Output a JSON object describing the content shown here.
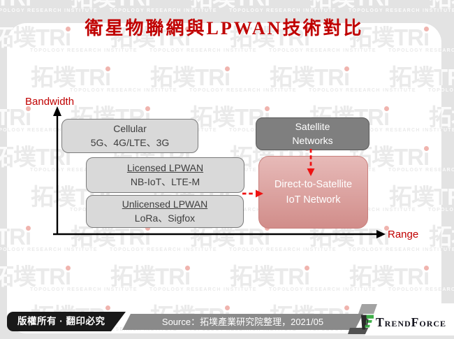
{
  "title": "衛星物聯網與LPWAN技術對比",
  "chart": {
    "y_axis_label": "Bandwidth",
    "x_axis_label": "Range",
    "boxes": {
      "cellular": {
        "title": "Cellular",
        "subtitle": "5G、4G/LTE、3G"
      },
      "licensed": {
        "title": "Licensed LPWAN",
        "subtitle": "NB-IoT、LTE-M"
      },
      "unlicensed": {
        "title": "Unlicensed LPWAN",
        "subtitle": "LoRa、Sigfox"
      },
      "satellite": {
        "title": "Satellite",
        "subtitle": "Networks"
      },
      "direct_to_satellite": {
        "title": "Direct-to-Satellite",
        "subtitle": "IoT Network"
      }
    }
  },
  "footer": {
    "copyright": "版權所有 · 翻印必究",
    "source": "Source：拓墣產業研究院整理，2021/05",
    "brand": "TrendForce"
  },
  "watermark": {
    "logo_text": "拓墣TR",
    "logo_i": "i",
    "caption": "TOPOLOGY RESEARCH INSTITUTE"
  },
  "colors": {
    "title_red": "#C00000",
    "axis_label_red": "#C00000",
    "arrow_red": "#EE1111",
    "box_gray_fill": "#D9D9D9",
    "box_gray_border": "#7A7A7A",
    "satellite_fill": "#7F7F7F",
    "dts_fill_top": "#E7BAB8",
    "dts_fill_bottom": "#D18D8A",
    "dts_border": "#C9807D",
    "brand_green": "#3FAE49"
  }
}
